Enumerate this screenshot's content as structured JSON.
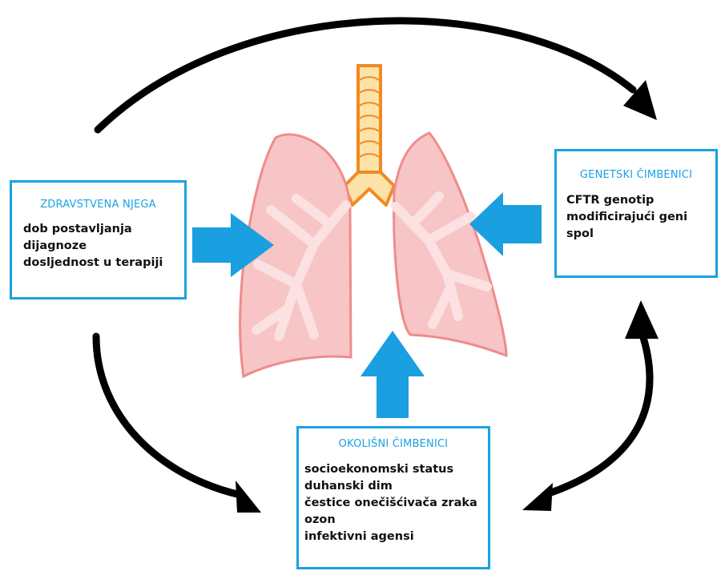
{
  "colors": {
    "accent": "#1ba1e2",
    "arrow_blue": "#1a9fe0",
    "cycle_arrows": "#000000",
    "lung_fill": "#f7c5c5",
    "lung_outline": "#ee8c8c",
    "bronchi": "#fbe1e1",
    "trachea_fill": "#fde3a7",
    "trachea_outline": "#f08a24"
  },
  "icons": {
    "lungs": "lungs-icon",
    "arrows": "arrow-icon"
  },
  "boxes": {
    "health": {
      "title": "ZDRAVSTVENA NJEGA",
      "items": [
        "dob postavljanja",
        "dijagnoze",
        "dosljednost u terapiji"
      ]
    },
    "genetic": {
      "title": "GENETSKI ČIMBENICI",
      "items": [
        "CFTR genotip",
        "modificirajući geni",
        "spol"
      ]
    },
    "environment": {
      "title": "OKOLIŠNI ČIMBENICI",
      "items": [
        "socioekonomski status",
        "duhanski dim",
        "čestice onečišćivača zraka",
        "ozon",
        "infektivni agensi"
      ]
    }
  }
}
